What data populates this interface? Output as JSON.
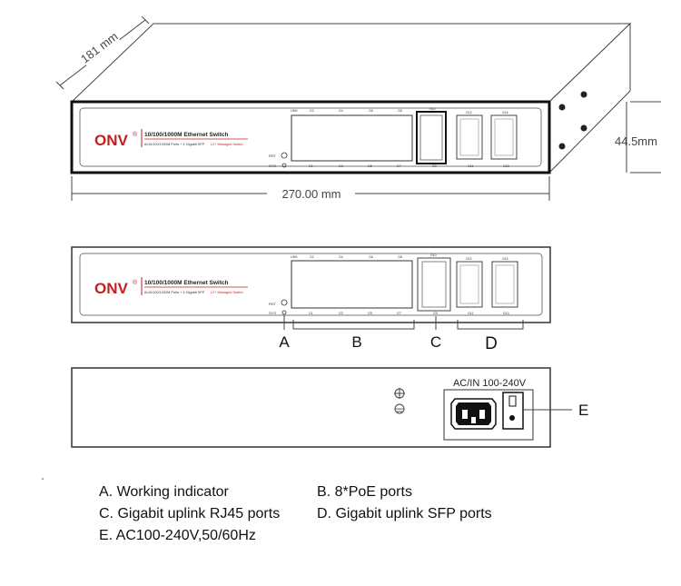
{
  "dimensions": {
    "depth": "181 mm",
    "height": "44.5mm",
    "width": "270.00 mm"
  },
  "panel": {
    "brand": "ONV",
    "reg_mark": "®",
    "model": "10/100/1000M Ethernet Switch",
    "subtitle": "8x10/100/1000M Ports + 4 Gigabit SFP",
    "managed": "L2+ Managed Switch",
    "port_top": [
      "LINK",
      "G2",
      "G4",
      "G6",
      "G8"
    ],
    "port_bottom": [
      "G1",
      "G3",
      "G5",
      "G7"
    ],
    "uplink_rj45": "G10",
    "uplink_rj45_bottom": "G9",
    "sfp_top": [
      "G12",
      "G14"
    ],
    "sfp_bottom": [
      "G11",
      "G13"
    ],
    "led_labels": [
      "RST",
      "SYS"
    ]
  },
  "rear": {
    "power_label": "AC/IN 100-240V"
  },
  "callouts": {
    "a": "A",
    "b": "B",
    "c": "C",
    "d": "D",
    "e": "E"
  },
  "legend": {
    "a": "A. Working indicator",
    "b": "B. 8*PoE ports",
    "c": "C. Gigabit uplink RJ45 ports",
    "d": "D. Gigabit uplink SFP ports",
    "e": "E. AC100-240V,50/60Hz"
  },
  "colors": {
    "brand_red": "#c41e1e",
    "line": "#333333",
    "bezel": "#111111"
  }
}
